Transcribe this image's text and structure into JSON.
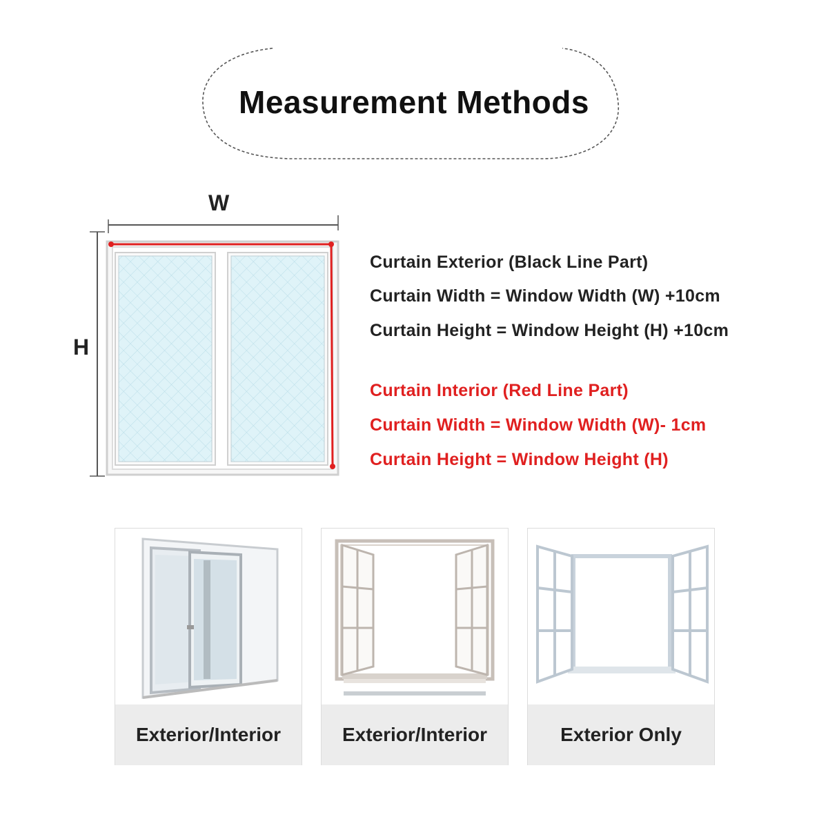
{
  "title": "Measurement Methods",
  "diagram": {
    "width_label": "W",
    "height_label": "H"
  },
  "exterior": {
    "heading": "Curtain Exterior (Black Line Part)",
    "width_rule": "Curtain Width = Window Width (W) +10cm",
    "height_rule": "Curtain Height = Window Height (H) +10cm"
  },
  "interior": {
    "heading": "Curtain Interior (Red Line Part)",
    "width_rule": "Curtain Width = Window Width (W)- 1cm",
    "height_rule": "Curtain Height = Window Height (H)"
  },
  "colors": {
    "interior_line": "#e02020",
    "exterior_line": "#333333",
    "glass": "#d8f0f6"
  },
  "window_types": [
    {
      "icon": "sliding-window-icon",
      "label": "Exterior/Interior"
    },
    {
      "icon": "casement-window-icon",
      "label": "Exterior/Interior"
    },
    {
      "icon": "outward-casement-window-icon",
      "label": "Exterior Only"
    }
  ]
}
